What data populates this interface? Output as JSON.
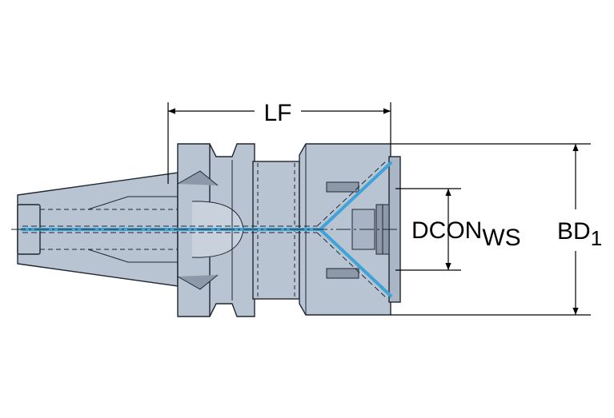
{
  "labels": {
    "lf": "LF",
    "dcon_main": "DCON",
    "dcon_sub": "WS",
    "bd_main": "BD",
    "bd_sub": "1"
  },
  "colors": {
    "body": "#b9c4d2",
    "body_dark": "#8d99a8",
    "outline": "#1e2630",
    "coolant": "#3ea3d8",
    "dimension": "#000000",
    "background": "#ffffff"
  }
}
